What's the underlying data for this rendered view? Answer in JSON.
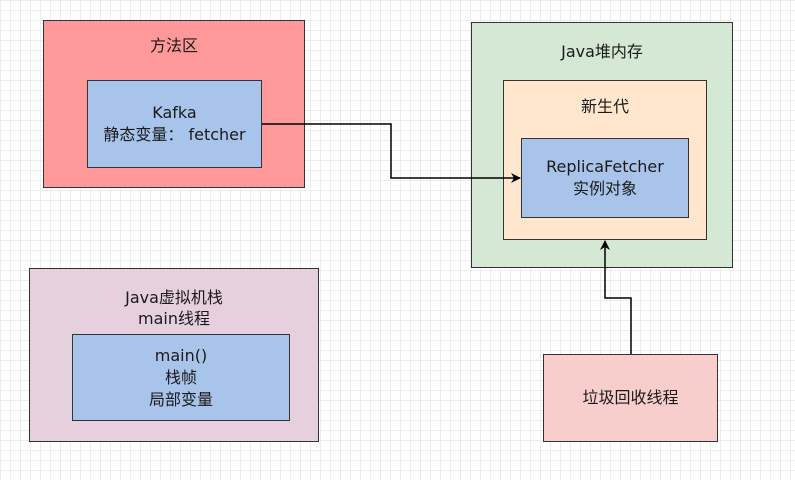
{
  "method_area": {
    "title": "方法区",
    "kafka": {
      "line1": "Kafka",
      "line2": "静态变量： fetcher"
    }
  },
  "heap": {
    "title": "Java堆内存",
    "young_gen": {
      "title": "新生代",
      "fetcher": {
        "line1": "ReplicaFetcher",
        "line2": "实例对象"
      }
    }
  },
  "stack": {
    "title_line1": "Java虚拟机栈",
    "title_line2": "main线程",
    "frame": {
      "line1": "main()",
      "line2": "栈帧",
      "line3": "局部变量"
    }
  },
  "gc": {
    "label": "垃圾回收线程"
  },
  "colors": {
    "method_area": "#ff9999",
    "heap": "#d5e8d4",
    "young_gen": "#ffe6cc",
    "inner_box": "#a9c4eb",
    "stack": "#e6d0de",
    "gc": "#f8cecc"
  }
}
